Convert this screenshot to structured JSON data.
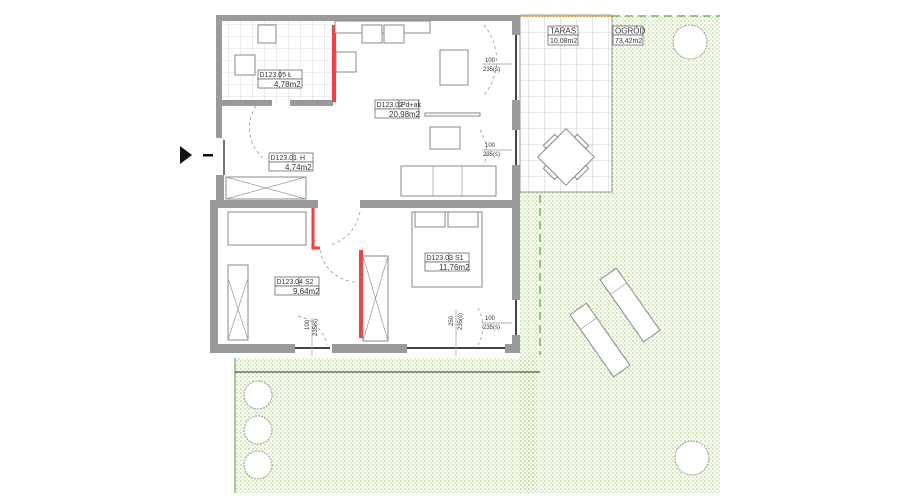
{
  "rooms": [
    {
      "code": "D123.05",
      "name": "Ł",
      "area": "4,78m2"
    },
    {
      "code": "D123.02",
      "name": "Pd+ak",
      "area": "20,98m2"
    },
    {
      "code": "D123.01",
      "name": "H",
      "area": "4,74m2"
    },
    {
      "code": "D123.04",
      "name": "S2",
      "area": "9,64m2"
    },
    {
      "code": "D123.03",
      "name": "S1",
      "area": "11,76m2"
    }
  ],
  "outdoor": [
    {
      "name": "TARAS",
      "area": "10,08m2"
    },
    {
      "name": "OGRÓD",
      "area": "73,42m2"
    }
  ],
  "doors": [
    {
      "width": "100",
      "height": "235(ś)"
    },
    {
      "width": "100",
      "height": "235(ś)"
    },
    {
      "width": "100",
      "height": "235(ś)"
    },
    {
      "width": "100",
      "height": "235(ś)"
    },
    {
      "width": "250",
      "height": "235(ś)"
    }
  ],
  "colors": {
    "wall": "#9a9a9a",
    "highlight": "#ff3b3b",
    "garden": "#8dc63f"
  }
}
